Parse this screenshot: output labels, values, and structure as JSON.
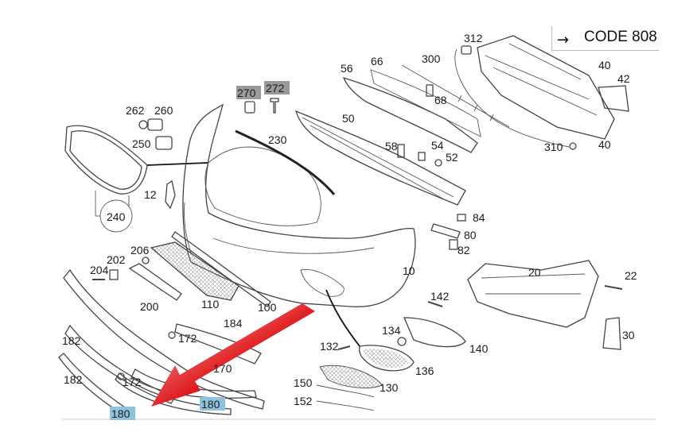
{
  "code_note": {
    "arrow": "→",
    "text": "CODE 808"
  },
  "labels": {
    "l10": "10",
    "l12": "12",
    "l20": "20",
    "l22": "22",
    "l30": "30",
    "l40a": "40",
    "l40b": "40",
    "l42": "42",
    "l50": "50",
    "l52": "52",
    "l54": "54",
    "l56": "56",
    "l58": "58",
    "l66": "66",
    "l68": "68",
    "l80": "80",
    "l82": "82",
    "l84": "84",
    "l100": "100",
    "l110": "110",
    "l130": "130",
    "l132": "132",
    "l134": "134",
    "l136": "136",
    "l140": "140",
    "l142": "142",
    "l150": "150",
    "l152": "152",
    "l170": "170",
    "l172a": "172",
    "l172b": "172",
    "l180a": "180",
    "l180b": "180",
    "l182a": "182",
    "l182b": "182",
    "l184": "184",
    "l200": "200",
    "l202": "202",
    "l204": "204",
    "l206": "206",
    "l230": "230",
    "l240": "240",
    "l250": "250",
    "l260": "260",
    "l262": "262",
    "l270": "270",
    "l272": "272",
    "l300": "300",
    "l310": "310",
    "l312": "312"
  },
  "colors": {
    "highlight_blue": "#8fc3dd",
    "highlight_gray": "#9a9a9a",
    "arrow_red": "#e0191c"
  }
}
